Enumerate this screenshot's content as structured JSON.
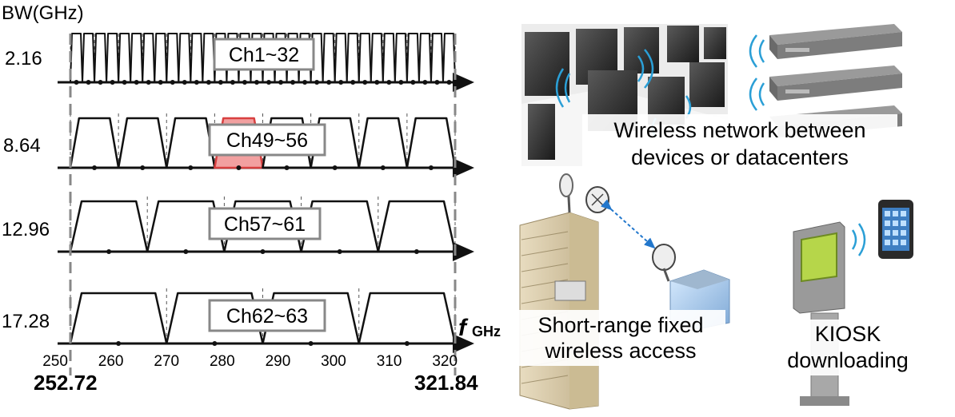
{
  "spectrum": {
    "y_axis_label": "BW(GHz)",
    "x_axis_unit": "GHz",
    "x_axis_var": "f",
    "x_range": [
      250,
      322
    ],
    "x_ticks": [
      "250",
      "260",
      "270",
      "280",
      "290",
      "300",
      "310",
      "320"
    ],
    "band_start": "252.72",
    "band_end": "321.84",
    "rows": [
      {
        "bw": "2.16",
        "label": "Ch1~32",
        "count": 32
      },
      {
        "bw": "8.64",
        "label": "Ch49~56",
        "count": 8,
        "highlight_index": 3
      },
      {
        "bw": "12.96",
        "label": "Ch57~61",
        "count": 5
      },
      {
        "bw": "17.28",
        "label": "Ch62~63",
        "count": 4
      }
    ],
    "colors": {
      "line": "#111111",
      "highlight_fill": "#f2a0a0",
      "highlight_stroke": "#d84040",
      "band_edge": "#888888"
    }
  },
  "scenarios": {
    "datacenter": "Wireless network between devices or datacenters",
    "datacenter_lines": [
      "Wireless network between",
      "devices or datacenters"
    ],
    "fixed_access_lines": [
      "Short-range fixed",
      "wireless access"
    ],
    "kiosk_lines": [
      "KIOSK",
      "downloading"
    ]
  }
}
